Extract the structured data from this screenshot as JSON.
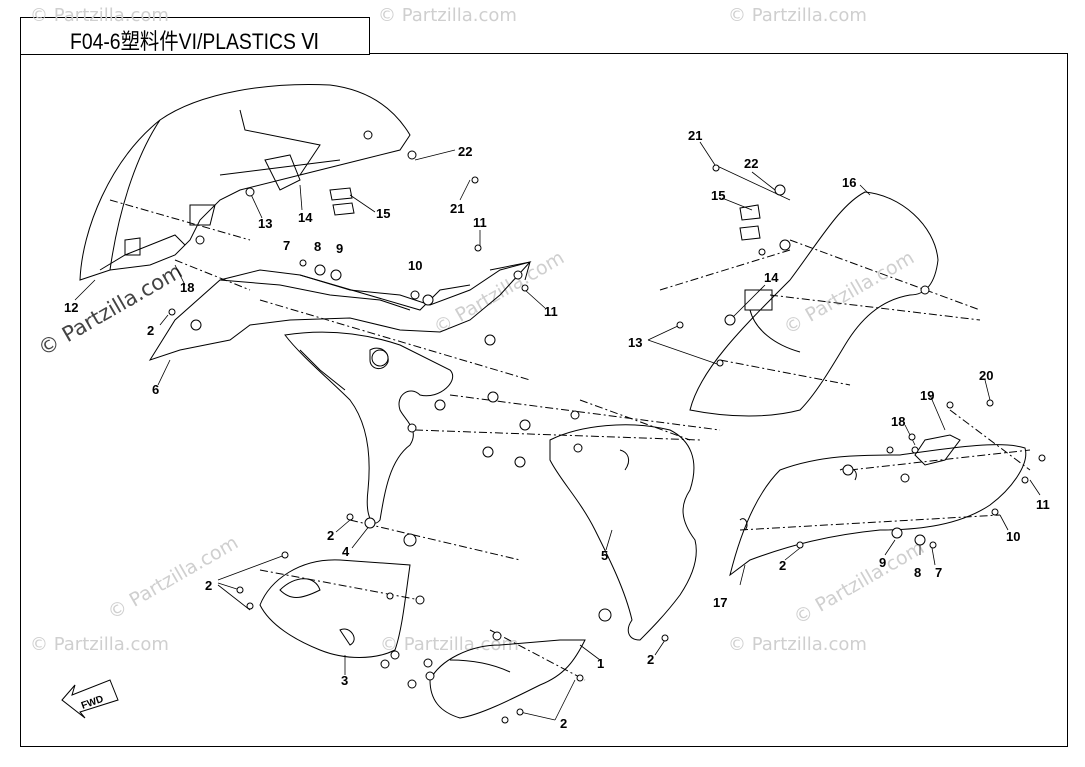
{
  "title": "F04-6塑料件VI/PLASTICS Ⅵ",
  "watermark": "© Partzilla.com",
  "fwd_label": "FWD",
  "part_numbers": {
    "p1": "1",
    "p2a": "2",
    "p2b": "2",
    "p2c": "2",
    "p2d": "2",
    "p2e": "2",
    "p2f": "2",
    "p3": "3",
    "p4": "4",
    "p5": "5",
    "p6": "6",
    "p7a": "7",
    "p7b": "7",
    "p8a": "8",
    "p8b": "8",
    "p9a": "9",
    "p9b": "9",
    "p10a": "10",
    "p10b": "10",
    "p11a": "11",
    "p11b": "11",
    "p11c": "11",
    "p12": "12",
    "p13a": "13",
    "p13b": "13",
    "p14a": "14",
    "p14b": "14",
    "p15a": "15",
    "p15b": "15",
    "p16": "16",
    "p17": "17",
    "p18a": "18",
    "p18b": "18",
    "p19": "19",
    "p20": "20",
    "p21a": "21",
    "p21b": "21",
    "p22a": "22",
    "p22b": "22"
  }
}
